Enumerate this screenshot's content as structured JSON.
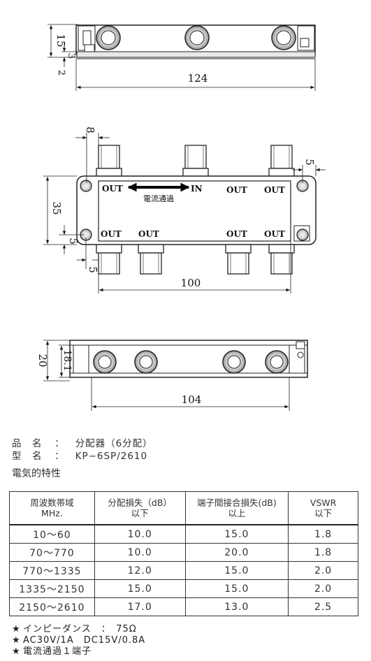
{
  "drawing": {
    "dims": {
      "top_height": "15",
      "top_foot_3": "3",
      "top_foot_2": "2",
      "top_length": "124",
      "front_left_offset": "8",
      "front_right_offset": "5",
      "front_height": "35",
      "front_bottom_5": "5",
      "front_bottom_left_5": "5",
      "front_length": "100",
      "side_height_20": "20",
      "side_height_181": "18.1",
      "side_length": "104"
    },
    "ports": {
      "out_tl": "OUT",
      "in": "IN",
      "out_tr1": "OUT",
      "out_tr2": "OUT",
      "out_bl1": "OUT",
      "out_bl2": "OUT",
      "out_br1": "OUT",
      "out_br2": "OUT"
    },
    "current_label": "電流通過"
  },
  "spec": {
    "product_name_label": "品　名",
    "product_name_sep": "：",
    "product_name_value": "分配器（6分配）",
    "model_label": "型　名",
    "model_sep": "：",
    "model_value": "KP−6SP/2610"
  },
  "section_title": "電気的特性",
  "table": {
    "headers": [
      {
        "line1": "周波数帯域",
        "line2": "MHz."
      },
      {
        "line1": "分配損失（dB）",
        "line2": "以下"
      },
      {
        "line1": "端子間接合損失(dB)",
        "line2": "以上"
      },
      {
        "line1": "VSWR",
        "line2": "以下"
      }
    ],
    "rows": [
      [
        "10〜60",
        "10.0",
        "15.0",
        "1.8"
      ],
      [
        "70〜770",
        "10.0",
        "20.0",
        "1.8"
      ],
      [
        "770〜1335",
        "12.0",
        "15.0",
        "2.0"
      ],
      [
        "1335〜2150",
        "15.0",
        "15.0",
        "2.0"
      ],
      [
        "2150〜2610",
        "17.0",
        "13.0",
        "2.5"
      ]
    ]
  },
  "notes": [
    {
      "star": "★",
      "text": "インピーダンス　：　75Ω"
    },
    {
      "star": "★",
      "text": "AC30V/1A　DC15V/0.8A"
    },
    {
      "star": "★",
      "text": "電流通過１端子"
    }
  ]
}
